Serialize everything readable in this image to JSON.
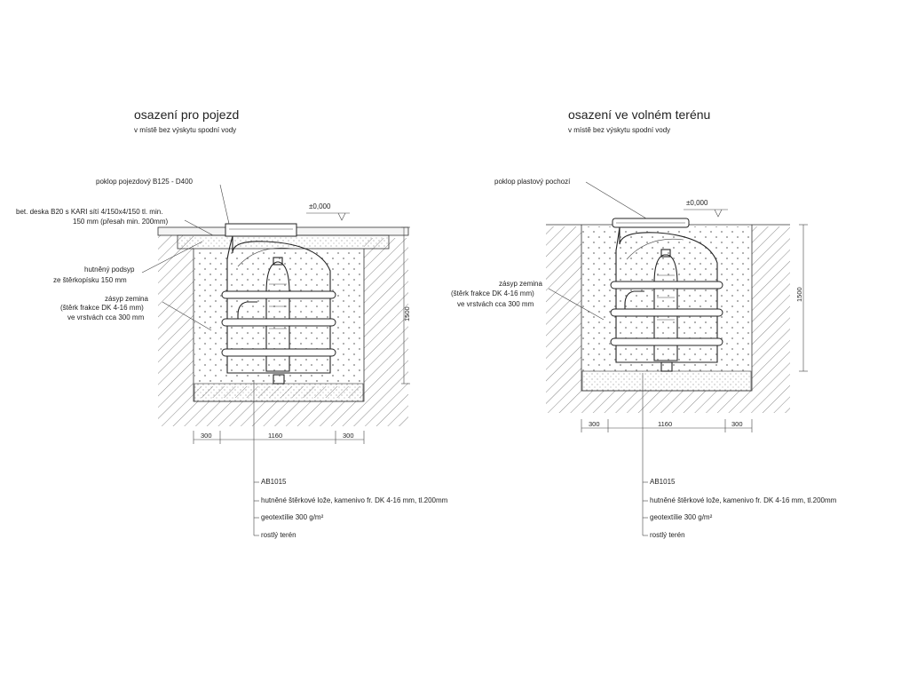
{
  "left": {
    "title": "osazení pro pojezd",
    "subtitle": "v místě bez výskytu spodní vody",
    "cover_label": "poklop pojezdový B125 - D400",
    "slab_label": [
      "bet. deska B20 s KARI sítí 4/150x4/150 tl. min.",
      "150 mm (přesah min. 200mm)"
    ],
    "bedding_label": [
      "hutněný podsyp",
      "ze štěrkopísku 150 mm"
    ],
    "backfill_label": [
      "zásyp zemina",
      "(štěrk frakce DK 4-16 mm)",
      "ve vrstvách cca 300 mm"
    ],
    "level": "±0,000",
    "height": "1500",
    "dims": [
      "300",
      "1160",
      "300"
    ],
    "legend": [
      "AB1015",
      "hutněné štěrkové lože, kamenivo fr. DK 4-16 mm, tl.200mm",
      "geotextílie 300 g/m²",
      "rostlý terén"
    ]
  },
  "right": {
    "title": "osazení ve volném terénu",
    "subtitle": "v místě bez výskytu spodní vody",
    "cover_label": "poklop plastový pochozí",
    "backfill_label": [
      "zásyp zemina",
      "(štěrk frakce DK 4-16 mm)",
      "ve vrstvách cca 300 mm"
    ],
    "level": "±0,000",
    "height": "1500",
    "dims": [
      "300",
      "1160",
      "300"
    ],
    "legend": [
      "AB1015",
      "hutněné štěrkové lože, kamenivo fr. DK 4-16 mm, tl.200mm",
      "geotextílie 300 g/m²",
      "rostlý terén"
    ]
  }
}
